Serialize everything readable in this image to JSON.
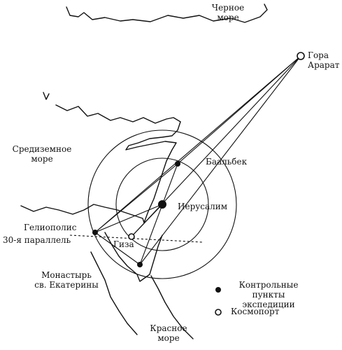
{
  "labels": {
    "black_sea": "Черное\nморе",
    "ararat": "Гора\nАрарат",
    "mediterranean": "Средиземное\nморе",
    "baalbek": "Баальбек",
    "jerusalem": "Иерусалим",
    "heliopolis": "Гелиополис",
    "parallel": "30-я параллель",
    "giza": "Гиза",
    "monastery": "Монастырь\nсв. Екатерины",
    "red_sea": "Красное\nморе"
  },
  "legend": {
    "control_points": "Контрольные\nпункты экспедиции",
    "spaceport": "Космопорт"
  },
  "colors": {
    "ink": "#111111",
    "paper": "#ffffff"
  },
  "icons": {
    "control_point": "filled-circle",
    "spaceport": "open-circle"
  }
}
